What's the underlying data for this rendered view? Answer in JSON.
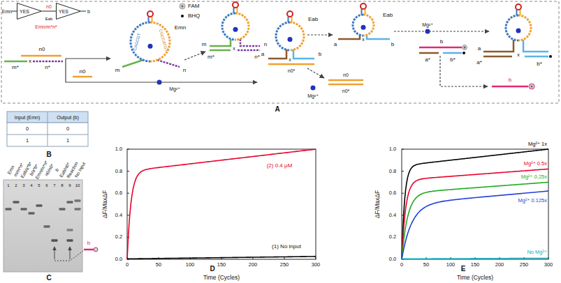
{
  "diagram": {
    "nodes": [
      {
        "text": [
          "YES"
        ]
      },
      {
        "text": [
          "YES"
        ]
      }
    ],
    "edges": [
      {
        "from": 0,
        "to": 1,
        "arrow": "none",
        "label": "n0"
      }
    ],
    "labels": [
      "Emn",
      "b",
      "Eab",
      "Emn/m*n*",
      "m*",
      "n*",
      "n0",
      "x",
      "CAGCGT",
      "CGCCATGT",
      "Emn",
      "m",
      "n",
      "m",
      "n",
      "m*",
      "n*",
      "x",
      "n0",
      "Mg²⁺",
      "Eab",
      "a",
      "b",
      "n0*",
      "x",
      "Mg²⁺",
      "n0",
      "n0*",
      "Eab",
      "a",
      "b",
      "x",
      "Mg²⁺",
      "b",
      "a*",
      "b*",
      "a",
      "a*",
      "b*",
      "x",
      "b",
      "A",
      "Input (Emn)",
      "Output (b)",
      "0",
      "0",
      "1",
      "1",
      "B",
      "Emn",
      "m/m*n*",
      "Eab/a*b*",
      "b/a*b*",
      "Emn/m*n*",
      "n0/n0*",
      "b",
      "Eab/n0*",
      "Reaction",
      "No input",
      "1",
      "2",
      "3",
      "4",
      "5",
      "6",
      "7",
      "8",
      "9",
      "10",
      "b",
      "C",
      "ΔF/MaxΔF",
      "0.0",
      "0.2",
      "0.4",
      "0.6",
      "0.8",
      "1.0",
      "0",
      "50",
      "100",
      "150",
      "200",
      "250",
      "300",
      "D",
      "Time (Cycles)",
      "(2) 0.4 μM",
      "(1) No input",
      "ΔF/MaxΔF",
      "0.0",
      "0.2",
      "0.4",
      "0.6",
      "0.8",
      "1.0",
      "0",
      "50",
      "100",
      "150",
      "200",
      "250",
      "300",
      "E",
      "Time (Cycles)",
      "Mg²⁺ 1x",
      "Mg²⁺ 0.5x",
      "Mg²⁺ 0.25x",
      "Mg²⁺ 0.125x",
      "No Mg²⁺"
    ],
    "legend": [
      {
        "text": "FAM"
      },
      {
        "text": "BHQ"
      }
    ]
  }
}
